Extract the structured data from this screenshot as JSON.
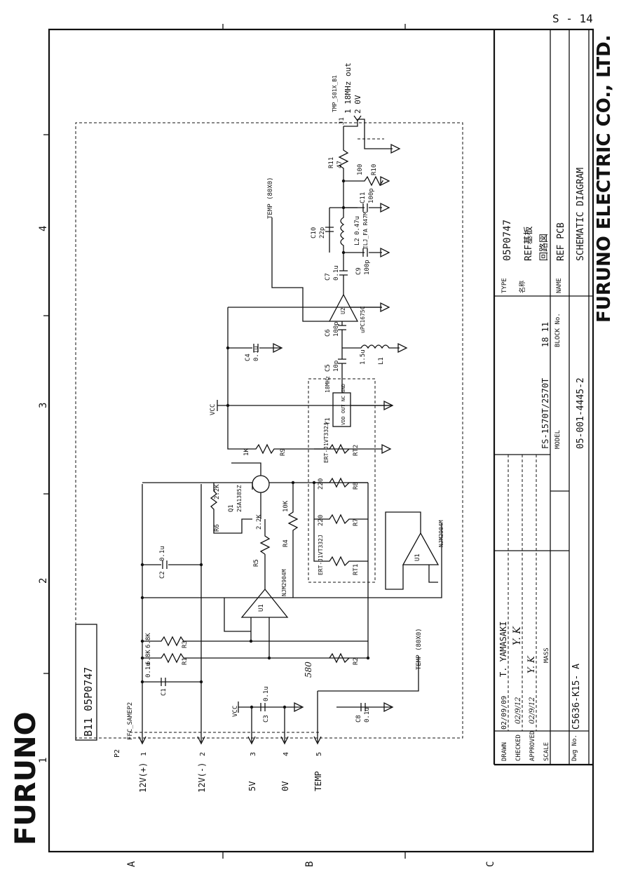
{
  "page_number": "S - 14",
  "company_vertical": "FURUNO ELECTRIC CO., LTD.",
  "logo_text": "FURUNO",
  "grid": {
    "cols": [
      "1",
      "2",
      "3",
      "4"
    ],
    "rows": [
      "A",
      "B",
      "C"
    ]
  },
  "block_label": "B11 05P0747",
  "connector": {
    "ref": "P2",
    "part": "FFC_SAMEP2",
    "pins": [
      {
        "num": "1",
        "signal": "12V(+)"
      },
      {
        "num": "2",
        "signal": "12V(-)"
      },
      {
        "num": "3",
        "signal": "5V"
      },
      {
        "num": "4",
        "signal": "0V"
      },
      {
        "num": "5",
        "signal": "TEMP"
      }
    ]
  },
  "output_connector": {
    "ref": "J1",
    "part": "TMP_S01X_B1",
    "pin1": "1 18MHz out",
    "pin2": "2 0V"
  },
  "components": {
    "R1": "6.8K",
    "R2": "R2",
    "R3": "6.8K",
    "R4": "10K",
    "R5": "2.2K",
    "R6": "2.2K",
    "R7": "220",
    "R8": "220",
    "R9": "1K",
    "R10": "100",
    "R11": "47",
    "RT1": "ERT-J1VT332J",
    "RT2": "ERT-J1VT332J",
    "C1": "0.1u",
    "C2": "0.1u",
    "C3": "0.1u",
    "C4": "0.1u",
    "C5": "10p",
    "C6": "100p",
    "C7": "0.1u",
    "C8": "0.1u",
    "C9": "100p",
    "C10": "22p",
    "C11": "100p",
    "L1": "1.5u",
    "L2": "0.47u",
    "L2_part": "ELJ_FA R47M",
    "Q1": "2SA1385Z",
    "U1": "NJM2904M",
    "U1b": "NJM2904M",
    "U2": "uPC1675C",
    "Y1": "18MHz"
  },
  "labels": {
    "temp_top": "TEMP (80X0)",
    "temp_bottom": "TEMP (80X0)",
    "vcc": "VCC",
    "handwritten": "580",
    "y1_pins": "VDD OUT NC GND"
  },
  "title_block": {
    "drawn_label": "DRAWN",
    "drawn_date": "02/09/09",
    "drawn_by": "T. YAMASAKI",
    "checked_label": "CHECKED",
    "checked_date": "02/9/12",
    "checked_by": "Y. K",
    "approved_label": "APPROVED",
    "approved_date": "02/9/12",
    "approved_by": "Y. K",
    "scale_label": "SCALE",
    "mass_label": "MASS",
    "dwg_label": "Dwg No.",
    "dwg_no": "C5636-K15- A",
    "type_label": "TYPE",
    "type_value": "05P0747",
    "name_jp_label": "名称",
    "name_jp": "REF基板",
    "name_jp2": "回路図",
    "name_label": "NAME",
    "name_value": "REF PCB",
    "name_value2": "SCHEMATIC DIAGRAM",
    "model_label": "MODEL",
    "model_value": "FS-1570T/2570T",
    "block_label": "BLOCK No.",
    "block_no": "18 11",
    "doc_no": "05-001-4445-2"
  }
}
